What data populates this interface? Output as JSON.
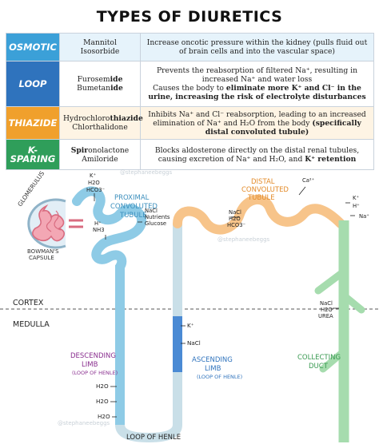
{
  "title": "TYPES OF DIURETICS",
  "rows": [
    {
      "label": "OSMOTIC",
      "color": "#3ba0d8",
      "bg": "#e6f3fb",
      "drug1": "Mannitol",
      "drug1_prefix": "",
      "drug1_suffix": "",
      "drug2": "Isosorbide",
      "e1_pre": "Increase oncotic pressure within the kidney (pulls fluid out of brain cells and into the vascular space)",
      "e1_bold": "",
      "e1_post": "",
      "e2_pre": "",
      "e2_bold": "",
      "e2_post": ""
    },
    {
      "label": "LOOP",
      "color": "#2f73bd",
      "bg": "#ffffff",
      "drug1": "Furosem",
      "drug1_prefix": "",
      "drug1_suffix": "ide",
      "drug2": "Bumetan",
      "drug2_suffix": "ide",
      "e1_pre": "Prevents the reabsorption of filtered Na⁺, resulting in increased Na⁺ and water loss",
      "e1_bold": "",
      "e1_post": "",
      "e2_pre": "Causes the body to ",
      "e2_bold": "eliminate more K⁺ and Cl⁻ in the urine, increasing the risk of electrolyte disturbances",
      "e2_post": ""
    },
    {
      "label": "THIAZIDE",
      "color": "#f0a02c",
      "bg": "#fef4e4",
      "drug1": "Hydrochloro",
      "drug1_prefix": "",
      "drug1_suffix": "thiazide",
      "drug2": "Chlorthalidone",
      "e1_pre": "Inhibits Na⁺ and Cl⁻ reabsorption, leading to an increased elimination of Na⁺ and H₂O from the body ",
      "e1_bold": "(specifically distal convoluted tubule)",
      "e1_post": "",
      "e2_pre": "",
      "e2_bold": "",
      "e2_post": ""
    },
    {
      "label": "K-SPARING",
      "color": "#2f9e5a",
      "bg": "#ffffff",
      "drug1": "onolactone",
      "drug1_prefix": "Spir",
      "drug1_suffix": "",
      "drug2": "Amiloride",
      "e1_pre": "Blocks aldosterone directly on the distal renal tubules, causing excretion of Na⁺ and H₂O, and ",
      "e1_bold": "K⁺ retention",
      "e1_post": "",
      "e2_pre": "",
      "e2_bold": "",
      "e2_post": ""
    }
  ],
  "diagram": {
    "glomerulus": "GLOMERULUS",
    "bowman": [
      "BOWMAN'S",
      "CAPSULE"
    ],
    "proximal": [
      "PROXIMAL",
      "CONVOLUTED",
      "TUBULE"
    ],
    "pct_in": [
      "K⁺",
      "H2O",
      "HCO3⁻"
    ],
    "pct_out": [
      "NaCl",
      "Nutrients",
      "Glucose"
    ],
    "pct_sec": [
      "H⁺",
      "NH3"
    ],
    "distal": [
      "DISTAL",
      "CONVOLUTED",
      "TUBULE"
    ],
    "dct_out": [
      "NaCl",
      "H2O",
      "HCO3⁻"
    ],
    "ca": "Ca²⁺",
    "cd_top": [
      "K⁺",
      "H⁺",
      "Na⁺"
    ],
    "cd_mid": [
      "NaCl",
      "H2O",
      "UREA"
    ],
    "cortex": "CORTEX",
    "medulla": "MEDULLA",
    "descending": [
      "DESCENDING",
      "LIMB",
      "(LOOP OF HENLE)"
    ],
    "desc_h2o": [
      "H2O",
      "H2O",
      "H2O"
    ],
    "ascending": [
      "ASCENDING",
      "LIMB",
      "(LOOP OF HENLE)"
    ],
    "asc_out": [
      "K⁺",
      "NaCl"
    ],
    "collecting": [
      "COLLECTING",
      "DUCT"
    ],
    "loop": "LOOP OF HENLE",
    "watermark": "@stephaneebeggs"
  }
}
